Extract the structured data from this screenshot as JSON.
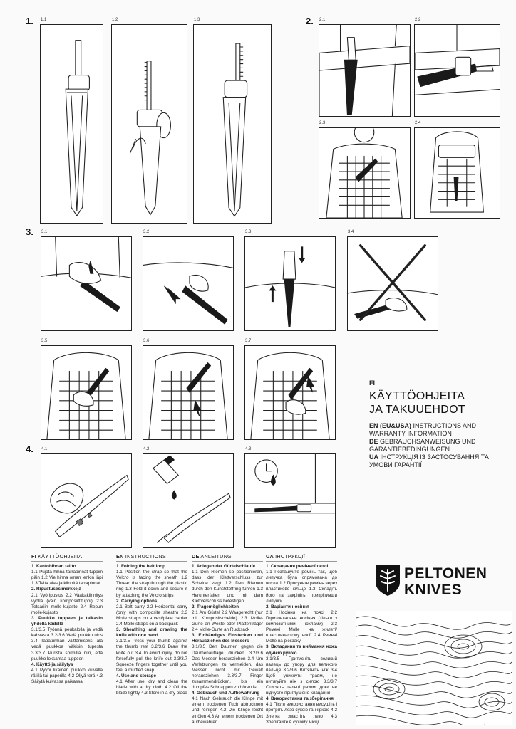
{
  "steps": {
    "s1": {
      "num": "1.",
      "p1": "1.1",
      "p2": "1.2",
      "p3": "1.3"
    },
    "s2": {
      "num": "2.",
      "p1": "2.1",
      "p2": "2.2",
      "p3": "2.3",
      "p4": "2.4"
    },
    "s3": {
      "num": "3.",
      "p1": "3.1",
      "p2": "3.2",
      "p3": "3.3",
      "p4": "3.4",
      "p5": "3.5",
      "p6": "3.6",
      "p7": "3.7"
    },
    "s4": {
      "num": "4.",
      "p1": "4.1",
      "p2": "4.2",
      "p3": "4.3"
    }
  },
  "title": {
    "code": "FI",
    "line1": "KÄYTTÖOHJEITA",
    "line2": "JA TAKUUEHDOT",
    "en_code": "EN (EU&USA)",
    "en_text": " INSTRUCTIONS AND WARRANTY INFORMATION",
    "de_code": "DE",
    "de_text": " GEBRAUCHSANWEISUNG UND GARANTIEBEDINGUNGEN",
    "ua_code": "UA",
    "ua_text": " ІНСТРУКЦІЯ ІЗ ЗАСТОСУВАННЯ ТА УМОВИ ГАРАНТІЇ"
  },
  "brand": {
    "line1": "PELTONEN",
    "line2": "KNIVES"
  },
  "columns": {
    "fi": {
      "code": "FI",
      "title": " KÄYTTÖOHJEITA",
      "items": [
        {
          "h": true,
          "t": "1. Kantohihnan taitto"
        },
        {
          "h": false,
          "t": "1.1 Pujota hihna tarrapinnat tuppiin päin 1.2 Vie hihna oman lenkin läpi 1.3 Taita alas ja kiinnitä tarrapinnat"
        },
        {
          "h": true,
          "t": "2. Ripustusesimerkkejä"
        },
        {
          "h": false,
          "t": "2.1 Vyöripustus 2.2 Vaakakiinnitys vyöllä (vain komposiittituppi) 2.3 Tetsariin molle-kujasto 2.4 Repun molle-kujasto"
        },
        {
          "h": true,
          "t": "3. Puukko tuppeen ja taikasin yhdellä kädellä"
        },
        {
          "h": false,
          "t": "3.1/3.5 Työnnä peukalolla ja vedä kahvasta 3.2/3.6 Vedä puukko ulos 3.4 Tapaturman välttämiseksi älä vedä puukkoa väkisin tupesta 3.3/3.7 Purista sormilla niin, että puukko loksahtaa tuppeen"
        },
        {
          "h": true,
          "t": "4. Käyttö ja säilytys"
        },
        {
          "h": false,
          "t": "4.1 Pyyhi likainen puukko kuivalla rätillä tai paperilla 4.2 Öljyä terä 4.3 Säilytä kuivassa paikassa"
        }
      ]
    },
    "en": {
      "code": "EN",
      "title": " INSTRUCTIONS",
      "items": [
        {
          "h": true,
          "t": "1. Folding the belt loop"
        },
        {
          "h": false,
          "t": "1.1 Position the strap so that the Velcro is facing the sheath 1.2 Thread the strap through the plastic ring 1.3 Fold it down and secure it by attaching the Velcro strips"
        },
        {
          "h": true,
          "t": "2. Carrying options"
        },
        {
          "h": false,
          "t": "2.1 Belt carry 2.2 Horizontal carry (only with composite sheath) 2.3 Molle straps on a vest/plate carrier 2.4 Molle straps on a backpack"
        },
        {
          "h": true,
          "t": "3. Sheathing and drawing the knife with one hand"
        },
        {
          "h": false,
          "t": "3.1/3.5 Press your thumb against the thumb rest 3.2/3.6 Draw the knife out 3.4 To avoid injury, do not forcefully pull the knife out 3.3/3.7 Squeeze fingers together until you feel a muffled snap"
        },
        {
          "h": true,
          "t": "4. Use and storage"
        },
        {
          "h": false,
          "t": "4.1 After use, dry and clean the blade with a dry cloth 4.2 Oil the blade lightly 4.3 Store in a dry place"
        }
      ]
    },
    "de": {
      "code": "DE",
      "title": " ANLEITUNG",
      "items": [
        {
          "h": true,
          "t": "1. Anlegen der Gürtelschlaufe"
        },
        {
          "h": false,
          "t": "1.1 Den Riemen so positionieren, dass der Klettverschluss zur Scheide zeigt 1.2 Den Riemen durch den Kunststoffring führen 1.3 Herunterfalten und mit dem Klettverschluss befestigen"
        },
        {
          "h": true,
          "t": "2. Tragemöglichkeiten"
        },
        {
          "h": false,
          "t": "2.1 Am Gürtel 2.2 Waagerecht (nur mit Kompositscheide) 2.3 Molle-Gurte an Weste oder Plattenträger 2.4 Molle-Gurte an Rucksack"
        },
        {
          "h": true,
          "t": "3. Einhändiges Einstecken und Herausziehen des Messers"
        },
        {
          "h": false,
          "t": "3.1/3.5 Den Daumen gegen die Daumenauflage drücken 3.2/3.6 Das Messer herausziehen 3.4 Um Verletzungen zu vermeiden, das Messer nicht mit Gewalt herausziehen 3.3/3.7 Finger zusammendrücken, bis ein dumpfes Schnappen zu hören ist"
        },
        {
          "h": true,
          "t": "4. Gebrauch und Aufbewahrung"
        },
        {
          "h": false,
          "t": "4.1 Nach Gebrauch die Klinge mit einem trockenen Tuch abtrocknen und reinigen 4.2 Die Klinge leicht einölen 4.3 An einem trockenen Ort aufbewahren"
        }
      ]
    },
    "ua": {
      "code": "UA",
      "title": " ІНСТРУКЦІЇ",
      "items": [
        {
          "h": true,
          "t": "1. Складання ремінної петлі"
        },
        {
          "h": false,
          "t": "1.1 Розташуйте ремінь так, щоб липучка була спрямована до чохла 1.2 Просуньте ремінь через пластикове кільце 1.3 Складіть його та закріпіть, прикріпивши липучки"
        },
        {
          "h": true,
          "t": "2. Варіанти носіння"
        },
        {
          "h": false,
          "t": "2.1 Носіння на поясі 2.2 Горизонтальне носіння (тільки з композитними чохлами) 2.3 Ремені Molle на жилеті/пластинчастому носії 2.4 Ремені Molle на рюкзаку"
        },
        {
          "h": true,
          "t": "3. Вкладання та виймання ножа однією рукою"
        },
        {
          "h": false,
          "t": "3.1/3.5 Притисніть великий палець до упору для великого пальця 3.2/3.6 Витягніть ніж 3.4 Щоб уникнути травм, не витягуйте ніж з силою 3.3/3.7 Стисніть пальці разом, доки не відчуєте приглушене клацання"
        },
        {
          "h": true,
          "t": "4. Використання та зберігання"
        },
        {
          "h": false,
          "t": "4.1 Після використання висушіть і протріть лезо сухою ганчіркою 4.2 Злегка змастіть лезо 4.3 Зберігайте в сухому місці"
        }
      ]
    }
  }
}
